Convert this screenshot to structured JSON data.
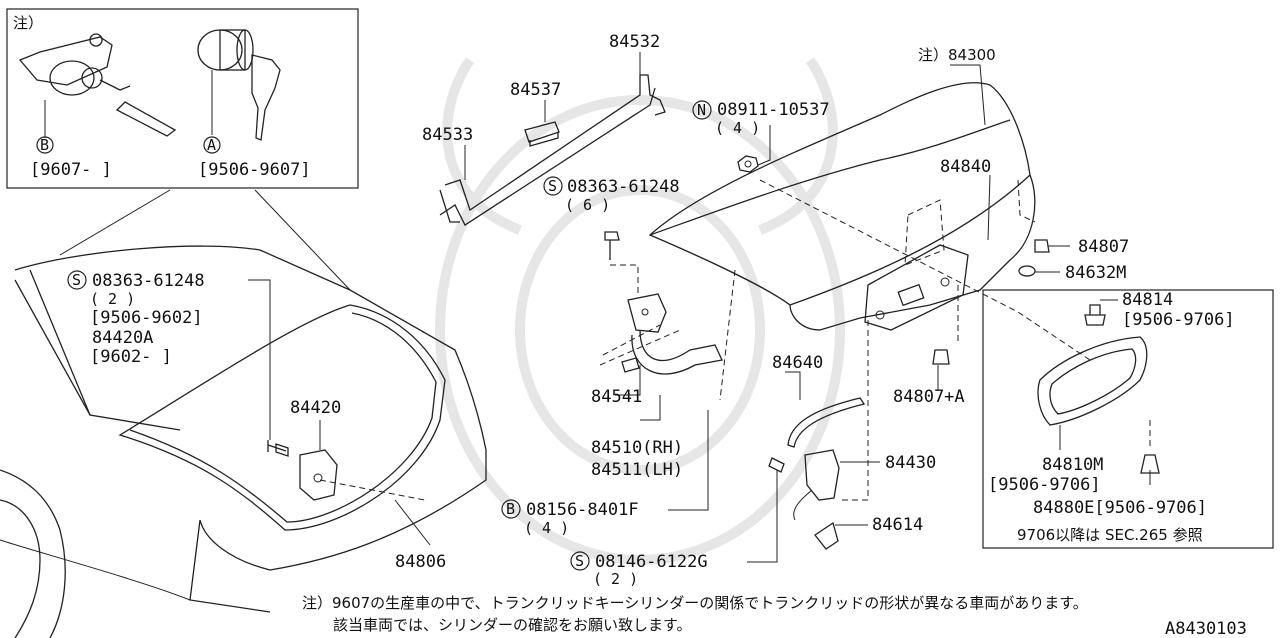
{
  "inset": {
    "note_mark": "注）",
    "variant_b": {
      "circle": "B",
      "range": "[9607-  ]"
    },
    "variant_a": {
      "circle": "A",
      "range": "[9506-9607]"
    }
  },
  "labels": {
    "p84532": "84532",
    "p84537": "84537",
    "p84533": "84533",
    "n_code": "N",
    "p08911": "08911-10537",
    "p08911_qty": "( 4 )",
    "p84300": "注）84300",
    "s_code_1": "S",
    "p08363_top": "08363-61248",
    "p08363_top_qty": "( 6 )",
    "p84840": "84840",
    "p84807": "84807",
    "p84632m": "84632M",
    "p84814": "84814",
    "p84814_range": "[9506-9706]",
    "s_code_2": "S",
    "p08363_left": "08363-61248",
    "p08363_left_qty": "( 2 )",
    "p08363_left_range": "[9506-9602]",
    "p84420a": "84420A",
    "p84420a_range": "[9602-  ]",
    "p84420": "84420",
    "p84541": "84541",
    "p84510": "84510(RH)",
    "p84511": "84511(LH)",
    "b_code": "B",
    "p08156": "08156-8401F",
    "p08156_qty": "( 4 )",
    "p84640": "84640",
    "p84807a": "84807+A",
    "p84430": "84430",
    "p84810m": "84810M",
    "p84810m_range": "[9506-9706]",
    "p84880e": "84880E[9506-9706]",
    "sec_note": "9706以降は SEC.265 参照",
    "p84614": "84614",
    "s_code_3": "S",
    "p08146": "08146-6122G",
    "p08146_qty": "( 2 )",
    "p84806": "84806"
  },
  "footer": {
    "note_line1": "注）9607の生産車の中で、トランクリッドキーシリンダーの関係でトランクリッドの形状が異なる車両があります。",
    "note_line2": "該当車両では、シリンダーの確認をお願い致します。",
    "diagram_code": "A8430103"
  }
}
